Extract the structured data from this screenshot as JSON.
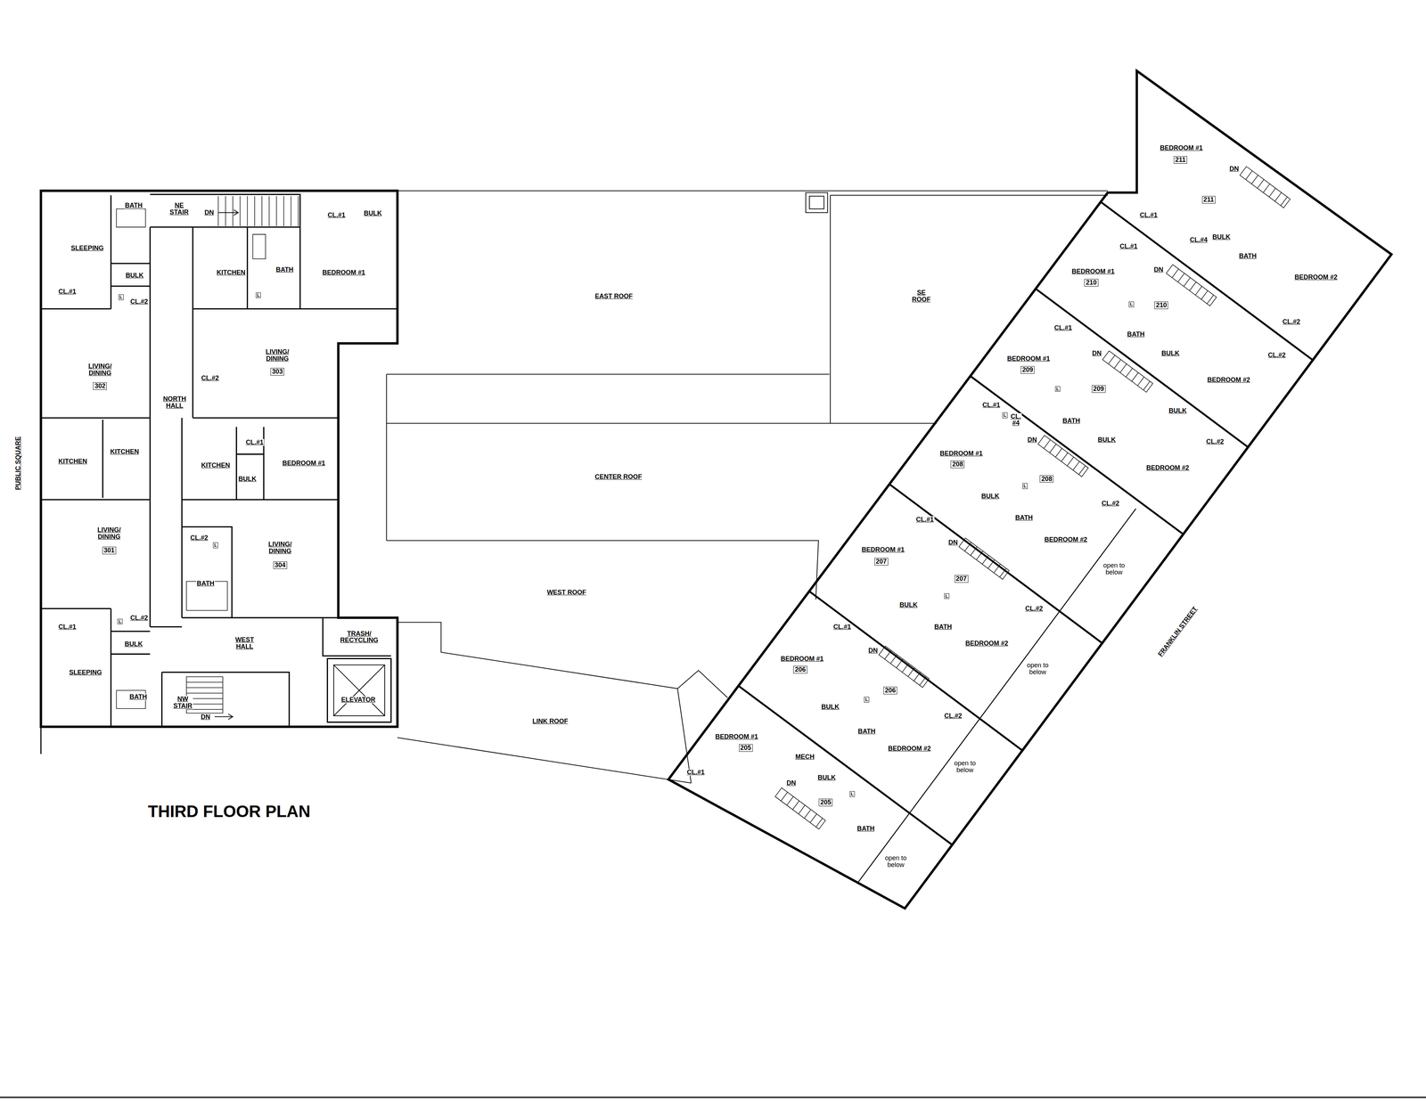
{
  "diagram": {
    "title": "THIRD FLOOR PLAN",
    "labels": [
      "SLEEPING",
      "BATH",
      "NE STAIR",
      "DN",
      "CL.#1",
      "BULK",
      "KITCHEN",
      "BATH",
      "BEDROOM #1",
      "BULK",
      "CL.#1",
      "L",
      "CL.#2",
      "L",
      "LIVING/ DINING",
      "302",
      "LIVING/ DINING",
      "303",
      "CL.#2",
      "NORTH HALL",
      "KITCHEN",
      "KITCHEN",
      "KITCHEN",
      "CL.#1",
      "BULK",
      "BEDROOM #1",
      "LIVING/ DINING",
      "301",
      "CL.#2",
      "L",
      "LIVING/ DINING",
      "304",
      "BATH",
      "CL.#1",
      "L",
      "CL.#2",
      "BULK",
      "WEST HALL",
      "TRASH/ RECYCLING",
      "SLEEPING",
      "BATH",
      "NW STAIR",
      "DN",
      "ELEVATOR",
      "PUBLIC SQUARE",
      "EAST ROOF",
      "CENTER ROOF",
      "WEST ROOF",
      "LINK ROOF",
      "SE ROOF",
      "BEDROOM #1",
      "211",
      "DN",
      "211",
      "CL.#1",
      "CL.#4",
      "BULK",
      "BATH",
      "BEDROOM #2",
      "CL.#2",
      "CL.#1",
      "BEDROOM #1",
      "210",
      "DN",
      "L",
      "210",
      "BATH",
      "BULK",
      "BEDROOM #2",
      "CL.#2",
      "CL.#1",
      "BEDROOM #1",
      "209",
      "DN",
      "209",
      "L",
      "BATH",
      "BULK",
      "BULK",
      "BEDROOM #2",
      "CL.#2",
      "CL.#1",
      "L",
      "CL. #4",
      "BEDROOM #1",
      "208",
      "DN",
      "208",
      "L",
      "BULK",
      "BATH",
      "BEDROOM #2",
      "CL.#2",
      "open to below",
      "CL.#1",
      "BEDROOM #1",
      "207",
      "DN",
      "207",
      "L",
      "BULK",
      "BATH",
      "BEDROOM #2",
      "CL.#2",
      "open to below",
      "CL.#1",
      "BEDROOM #1",
      "206",
      "DN",
      "206",
      "L",
      "BULK",
      "BATH",
      "BEDROOM #2",
      "CL.#2",
      "open to below",
      "BEDROOM #1",
      "205",
      "CL.#1",
      "MECH",
      "BULK",
      "DN",
      "205",
      "L",
      "BATH",
      "open to below",
      "FRANKLIN STREET"
    ]
  }
}
